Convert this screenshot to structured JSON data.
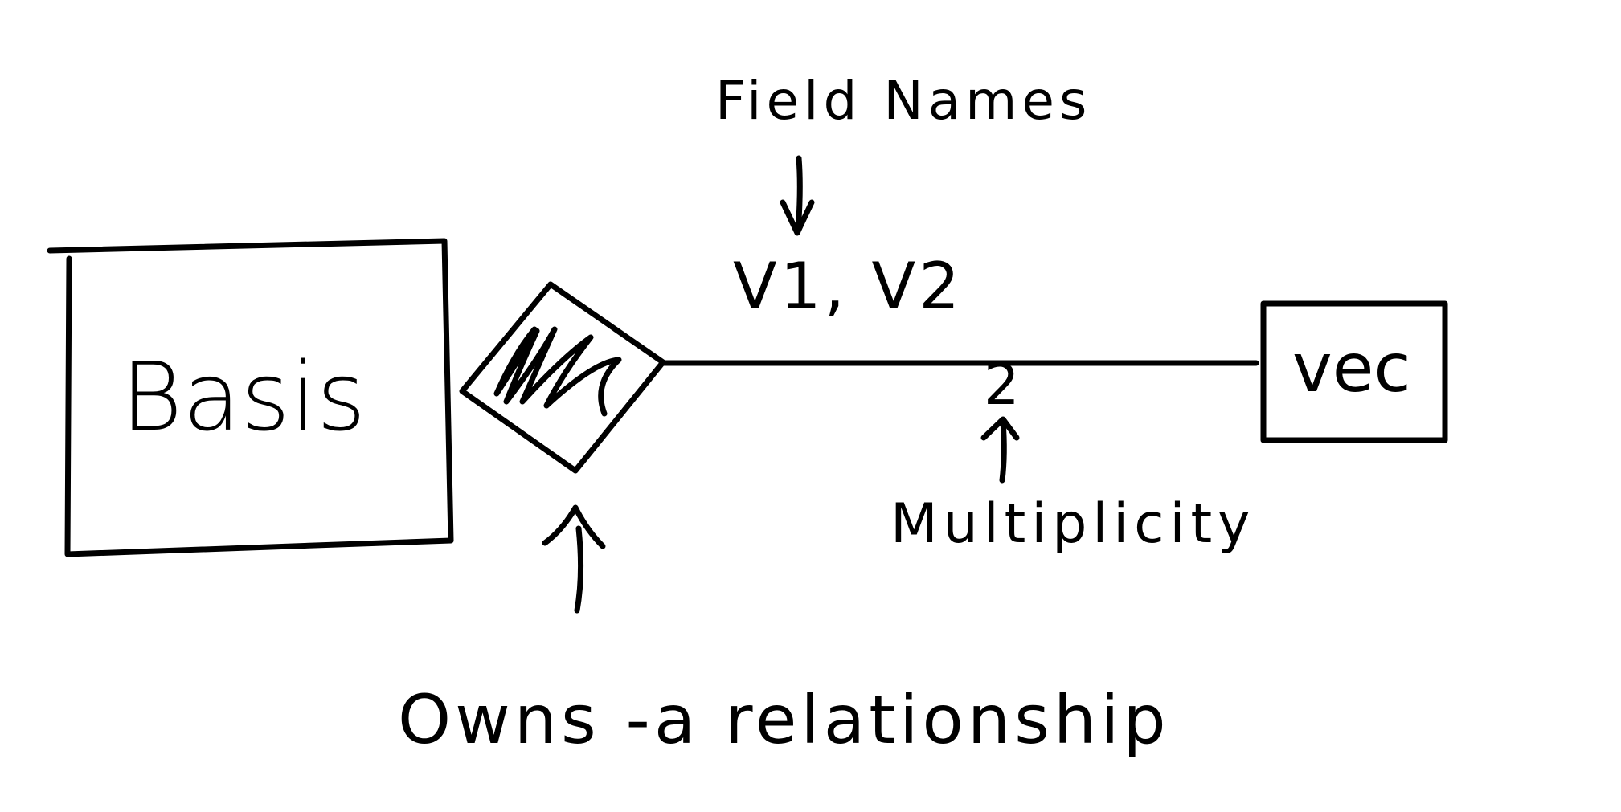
{
  "diagram": {
    "entities": [
      {
        "id": "basis",
        "label": "Basis"
      },
      {
        "id": "vec",
        "label": "vec"
      }
    ],
    "relationship": {
      "from": "basis",
      "to": "vec",
      "field_names": "V1, V2",
      "multiplicity": "2"
    },
    "annotations": {
      "field_names": "Field Names",
      "multiplicity": "Multiplicity",
      "owns_relationship": "Owns -a relationship"
    },
    "colors": {
      "ink": "#000000",
      "background": "#ffffff"
    }
  }
}
